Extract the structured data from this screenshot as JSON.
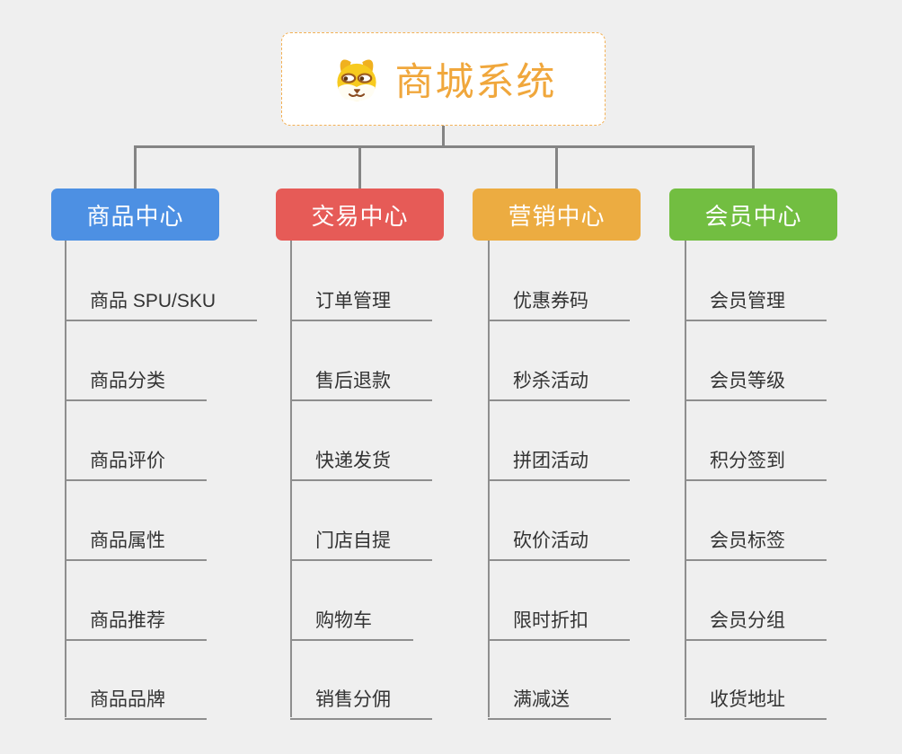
{
  "canvas": {
    "background": "#efefef",
    "connector_color": "#848484",
    "child_line_color": "#8e8e8e",
    "child_text_color": "#333333"
  },
  "root": {
    "label": "商城系统",
    "icon": "dog-face-icon",
    "text_color": "#f0a73c",
    "border_color": "#f3b156",
    "background": "#ffffff"
  },
  "branches": [
    {
      "label": "商品中心",
      "color": "#4d90e3",
      "children": [
        "商品 SPU/SKU",
        "商品分类",
        "商品评价",
        "商品属性",
        "商品推荐",
        "商品品牌"
      ]
    },
    {
      "label": "交易中心",
      "color": "#e65b57",
      "children": [
        "订单管理",
        "售后退款",
        "快递发货",
        "门店自提",
        "购物车",
        "销售分佣"
      ]
    },
    {
      "label": "营销中心",
      "color": "#ecac41",
      "children": [
        "优惠券码",
        "秒杀活动",
        "拼团活动",
        "砍价活动",
        "限时折扣",
        "满减送"
      ]
    },
    {
      "label": "会员中心",
      "color": "#72be41",
      "children": [
        "会员管理",
        "会员等级",
        "积分签到",
        "会员标签",
        "会员分组",
        "收货地址"
      ]
    }
  ]
}
